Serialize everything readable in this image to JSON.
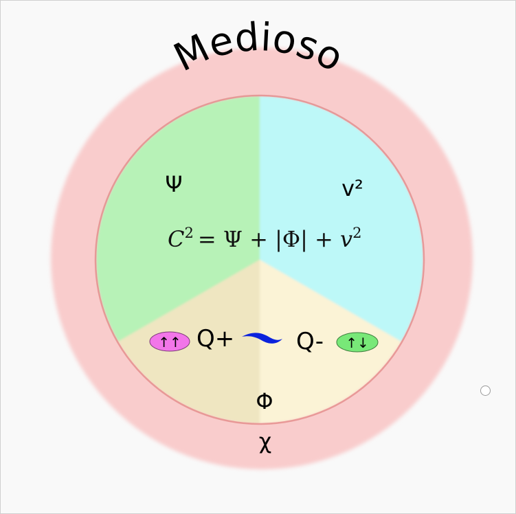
{
  "title": "Medioso",
  "sectors": {
    "top_left": {
      "symbol": "Ψ"
    },
    "top_right": {
      "symbol": "v²"
    },
    "bottom": {
      "symbol": "Φ"
    }
  },
  "outer_ring": {
    "symbol": "χ"
  },
  "equation": {
    "lhs": "C",
    "lhs_exp": "2",
    "rhs": "= Ψ + |Φ| + ",
    "v": "v",
    "v_exp": "2"
  },
  "particles": {
    "q_plus": {
      "label": "Q+",
      "badge": "↑↑"
    },
    "q_minus": {
      "label": "Q-",
      "badge": "↑↓"
    },
    "link": "wave-link-icon"
  },
  "colors": {
    "ring": "#f9cccc",
    "ring_border": "#e58e8e",
    "sector_psi": "#b7f2b7",
    "sector_v2": "#bdf8f8",
    "sector_phi_left": "#efe6c1",
    "sector_phi_right": "#fbf3d6",
    "badge_up_up": "#f276e9",
    "badge_up_down": "#78e878",
    "wave": "#0b22dd"
  }
}
